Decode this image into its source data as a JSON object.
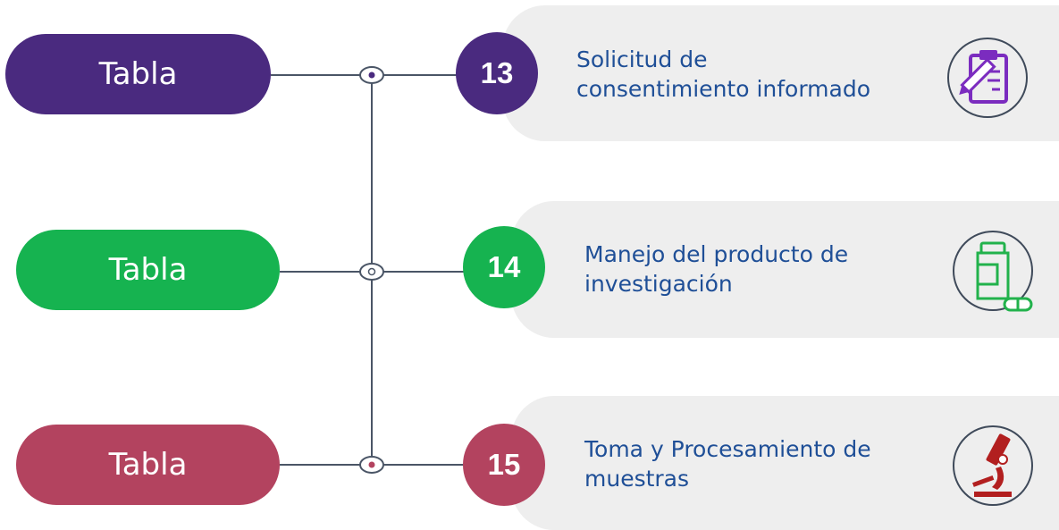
{
  "colors": {
    "purple": "#4a2a7f",
    "green": "#16b350",
    "crimson": "#b3435f",
    "text_blue": "#1f4f97",
    "line": "#4a5566",
    "card": "#eeeeee"
  },
  "rows": [
    {
      "pill_label": "Tabla",
      "number": "13",
      "title": "Solicitud de consentimiento informado",
      "title_line1": "Solicitud de",
      "title_line2": "consentimiento informado",
      "icon": "clipboard-pencil-icon",
      "color": "#4a2a7f"
    },
    {
      "pill_label": "Tabla",
      "number": "14",
      "title": "Manejo del producto de investigación",
      "title_line1": "Manejo del producto de",
      "title_line2": "investigación",
      "icon": "medicine-bottle-icon",
      "color": "#16b350"
    },
    {
      "pill_label": "Tabla",
      "number": "15",
      "title": "Toma y Procesamiento de muestras",
      "title_line1": "Toma y Procesamiento de",
      "title_line2": "muestras",
      "icon": "microscope-icon",
      "color": "#b3435f"
    }
  ]
}
